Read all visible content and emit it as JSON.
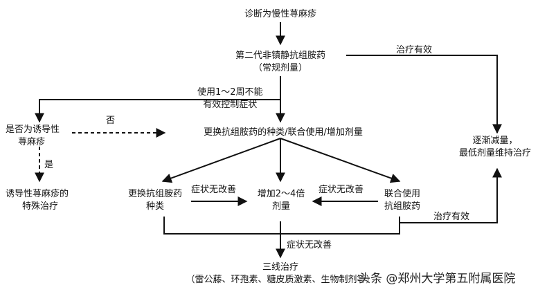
{
  "nodes": {
    "diagnosis": "诊断为慢性荨麻疹",
    "second_gen_line1": "第二代非镇静抗组胺药",
    "second_gen_line2": "（常规剂量）",
    "inducible_q_line1": "是否为诱导性",
    "inducible_q_line2": "荨麻疹",
    "inducible_tx_line1": "诱导性荨麻疹的",
    "inducible_tx_line2": "特殊治疗",
    "change_combine": "更换抗组胺药的种类/联合使用/增加剂量",
    "taper_line1": "逐渐减量，",
    "taper_line2": "最低剂量维持治疗",
    "change_kind_line1": "更换抗组胺药",
    "change_kind_line2": "种类",
    "increase_line1": "增加2～4倍",
    "increase_line2": "剂量",
    "combine_line1": "联合使用",
    "combine_line2": "抗组胺药",
    "third_line_title": "三线治疗",
    "third_line_detail": "（雷公藤、环孢素、糖皮质激素、生物制剂等）"
  },
  "edge_labels": {
    "effective_top": "治疗有效",
    "not_controlled_line1": "使用1～2周不能",
    "not_controlled_line2": "有效控制症状",
    "no": "否",
    "yes": "是",
    "no_improve_left": "症状无改善",
    "no_improve_right": "症状无改善",
    "effective_bottom": "治疗有效",
    "no_improve_bottom": "症状无改善"
  },
  "watermark": "头条 @郑州大学第五附属医院"
}
